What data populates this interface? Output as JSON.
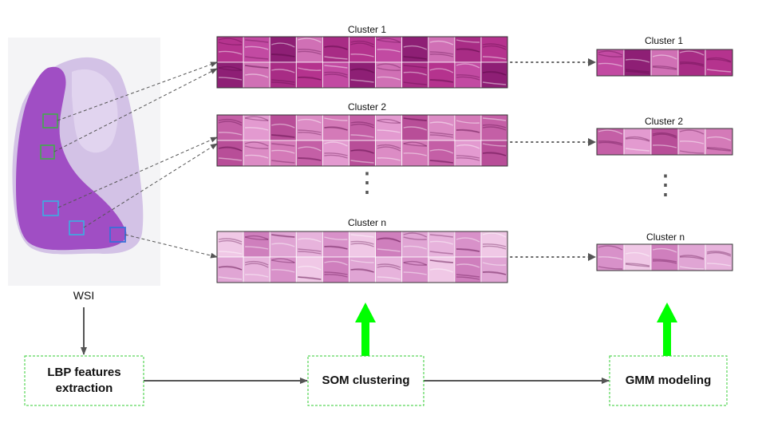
{
  "wsi": {
    "label": "WSI"
  },
  "som": {
    "clusters": [
      {
        "label": "Cluster 1",
        "palette": [
          "#b5338e",
          "#c24aa2",
          "#8e1f75",
          "#d070b5",
          "#a82c85"
        ]
      },
      {
        "label": "Cluster 2",
        "palette": [
          "#d47ab8",
          "#c45fa6",
          "#e39ad0",
          "#b84e98",
          "#dc8cc5"
        ]
      },
      {
        "label": "Cluster n",
        "palette": [
          "#e7b3dc",
          "#d891c9",
          "#f0c8e6",
          "#cf7fbd",
          "#e0a5d4"
        ]
      }
    ],
    "ellipsis": "⋮"
  },
  "gmm": {
    "clusters": [
      {
        "label": "Cluster 1"
      },
      {
        "label": "Cluster 2"
      },
      {
        "label": "Cluster n"
      }
    ],
    "ellipsis": "⋮"
  },
  "pipeline": {
    "lbp": "LBP features extraction",
    "som": "SOM clustering",
    "gmm": "GMM modeling"
  },
  "colors": {
    "flow_arrow": "#555555",
    "up_arrow": "#00ff00",
    "box_border": "#33cc33",
    "roi_green": "#3cb043",
    "roi_cyan": "#33b5e5",
    "roi_blue": "#3a6fd8"
  }
}
